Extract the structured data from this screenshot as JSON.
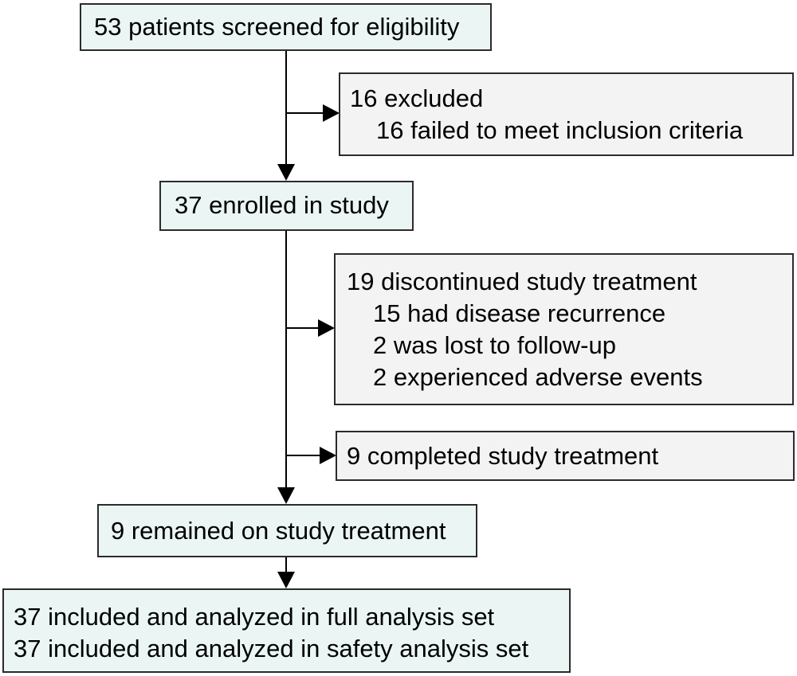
{
  "colors": {
    "main_box_fill": "#eaf5f4",
    "side_box_fill": "#f3f3f3",
    "line": "#000000"
  },
  "boxes": {
    "screened": {
      "text": "53 patients screened for eligibility"
    },
    "excluded": {
      "title": "16 excluded",
      "items": [
        "16 failed to meet inclusion criteria"
      ]
    },
    "enrolled": {
      "text": "37 enrolled in study"
    },
    "discontinued": {
      "title": "19 discontinued study treatment",
      "items": [
        "15 had disease recurrence",
        "2 was lost to follow-up",
        "2 experienced adverse events"
      ]
    },
    "completed": {
      "text": "9 completed study treatment"
    },
    "remained": {
      "text": "9 remained on study treatment"
    },
    "analyzed": {
      "lines": [
        "37 included and analyzed in full analysis set",
        "37 included and analyzed in safety analysis set"
      ]
    }
  }
}
